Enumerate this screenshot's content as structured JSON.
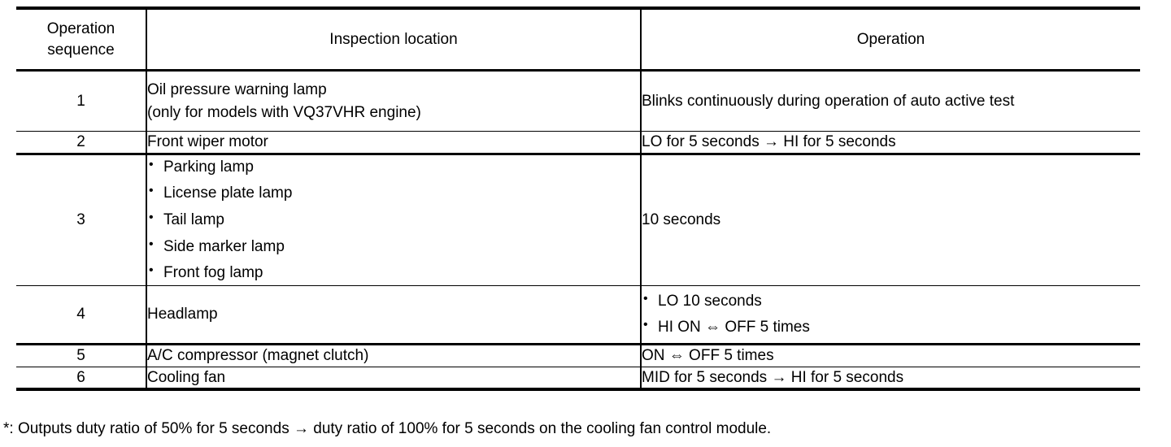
{
  "table": {
    "headers": {
      "sequence_line1": "Operation",
      "sequence_line2": "sequence",
      "inspection_location": "Inspection location",
      "operation": "Operation"
    },
    "rows": [
      {
        "sequence": "1",
        "location_lines": [
          "Oil pressure warning lamp",
          "(only for models with VQ37VHR engine)"
        ],
        "operation_text": "Blinks continuously during operation of auto active test"
      },
      {
        "sequence": "2",
        "location_lines": [
          "Front wiper motor"
        ],
        "operation_text": "LO for 5 seconds → HI for 5 seconds"
      },
      {
        "sequence": "3",
        "location_bullets": [
          "Parking lamp",
          "License plate lamp",
          "Tail lamp",
          "Side marker lamp",
          "Front fog lamp"
        ],
        "operation_text": "10 seconds"
      },
      {
        "sequence": "4",
        "location_lines": [
          "Headlamp"
        ],
        "operation_bullets": [
          "LO 10 seconds",
          "HI ON ⇔ OFF 5 times"
        ]
      },
      {
        "sequence": "5",
        "location_lines": [
          "A/C compressor (magnet clutch)"
        ],
        "operation_text": "ON ⇔ OFF 5 times"
      },
      {
        "sequence": "6",
        "location_lines": [
          "Cooling fan"
        ],
        "operation_text": "MID for 5 seconds → HI for 5 seconds"
      }
    ]
  },
  "footnote": {
    "text": "*: Outputs duty ratio of 50% for 5 seconds → duty ratio of 100% for 5 seconds on the cooling fan control module."
  }
}
